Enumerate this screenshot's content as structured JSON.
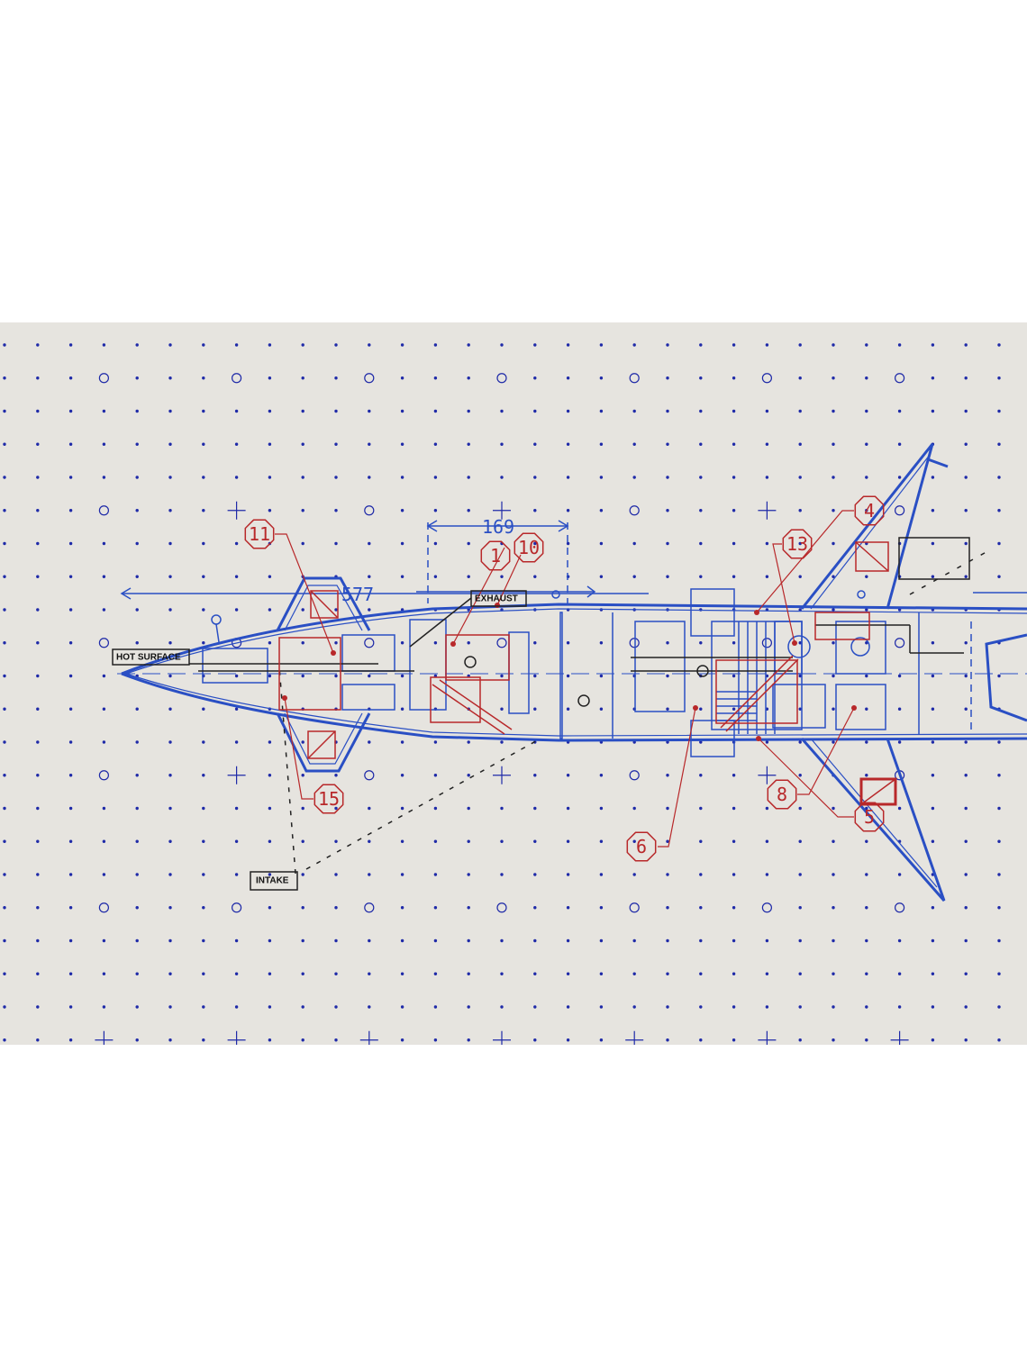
{
  "colors": {
    "paper": "#e6e4df",
    "blue_lines": "#2a4fc4",
    "red_callouts": "#b8282a",
    "black_lines": "#222222",
    "grid_dots": "#1f2aa8"
  },
  "labels": {
    "hot_surface": "HOT SURFACE",
    "exhaust": "EXHAUST",
    "intake": "INTAKE"
  },
  "dimensions": {
    "top": "169",
    "side": "577"
  },
  "callouts": [
    "11",
    "1",
    "10",
    "4",
    "13",
    "15",
    "6",
    "8",
    "5"
  ]
}
